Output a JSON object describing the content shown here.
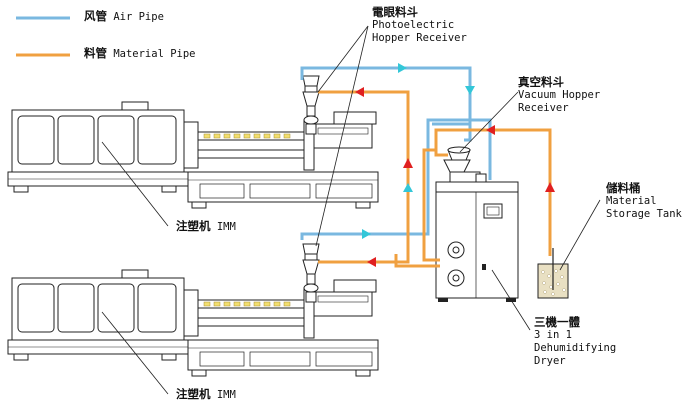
{
  "legend": {
    "air": {
      "cn": "风管",
      "en": "Air Pipe"
    },
    "material": {
      "cn": "料管",
      "en": "Material Pipe"
    }
  },
  "labels": {
    "photoelectric": {
      "cn": "電眼料斗",
      "en1": "Photoelectric",
      "en2": "Hopper Receiver"
    },
    "vacuum": {
      "cn": "真空料斗",
      "en1": "Vacuum Hopper",
      "en2": "Receiver"
    },
    "storage": {
      "cn": "儲料桶",
      "en1": "Material",
      "en2": "Storage Tank"
    },
    "dryer": {
      "cn": "三機一體",
      "en1": "3 in 1",
      "en2": "Dehumidifying",
      "en3": "Dryer"
    },
    "imm_top": {
      "cn": "注塑机",
      "en": "IMM"
    },
    "imm_bottom": {
      "cn": "注塑机",
      "en": "IMM"
    }
  },
  "colors": {
    "air_pipe": "#7ab8e0",
    "material_pipe": "#f0a040",
    "arrow_air": "#33c7d8",
    "arrow_material": "#e02020",
    "line": "#222222"
  }
}
